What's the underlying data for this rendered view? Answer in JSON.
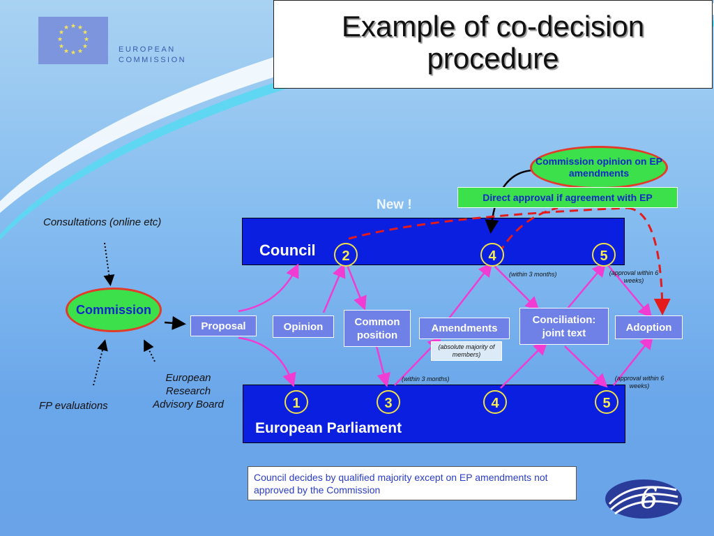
{
  "header": {
    "org_line1": "EUROPEAN",
    "org_line2": "COMMISSION",
    "title_line1": "Example of co-decision",
    "title_line2": "procedure"
  },
  "callouts": {
    "commission_opinion": "Commission opinion on EP amendments",
    "direct_approval": "Direct approval if agreement with EP",
    "new_label": "New !"
  },
  "actors": {
    "council": "Council",
    "parliament": "European Parliament",
    "commission": "Commission"
  },
  "inputs": {
    "consultations": "Consultations (online etc)",
    "fp_evaluations": "FP evaluations",
    "advisory_board": "European Research Advisory Board"
  },
  "steps": {
    "proposal": "Proposal",
    "opinion": "Opinion",
    "common_position": "Common position",
    "amendments": "Amendments",
    "conciliation": "Conciliation: joint text",
    "adoption": "Adoption"
  },
  "council_numbers": [
    "2",
    "4",
    "5"
  ],
  "parliament_numbers": [
    "1",
    "3",
    "4",
    "5"
  ],
  "notes": {
    "council_within": "(within 3 months)",
    "council_approval": "(approval within 6 weeks)",
    "ep_within": "(within 3 months)",
    "ep_approval": "(approval within 6 weeks)",
    "absolute_majority": "(absolute majority of members)"
  },
  "footer": {
    "text": "Council decides by qualified majority except on EP amendments not approved by the Commission"
  },
  "colors": {
    "bar_blue": "#0a1fe0",
    "step_box": "#6f80e6",
    "arrow_magenta": "#f03cd2",
    "dashed_red": "#e51a1a",
    "ellipse_green": "#3ce04a"
  }
}
